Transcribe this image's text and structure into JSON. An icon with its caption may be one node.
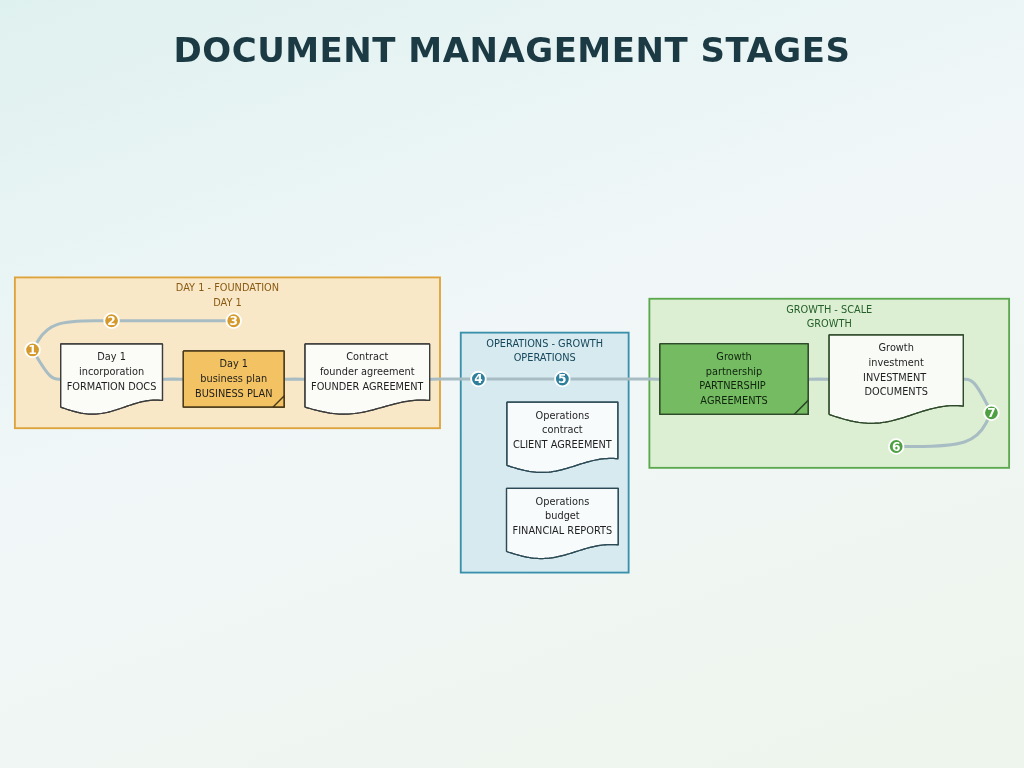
{
  "diagram": {
    "title": "DOCUMENT MANAGEMENT STAGES",
    "nodes": [
      {
        "text": [
          "DAY 1 - FOUNDATION",
          "DAY 1"
        ]
      },
      {
        "text": [
          "1"
        ],
        "in": 0
      },
      {
        "text": [
          "2"
        ],
        "in": 0
      },
      {
        "text": [
          "3"
        ],
        "in": 0
      },
      {
        "text": [
          "Day 1",
          "incorporation",
          "FORMATION DOCS"
        ],
        "in": 0
      },
      {
        "text": [
          "Day 1",
          "business plan",
          "BUSINESS PLAN"
        ],
        "in": 0
      },
      {
        "text": [
          "Contract",
          "founder agreement",
          "FOUNDER AGREEMENT"
        ],
        "in": 0
      },
      {
        "text": [
          "OPERATIONS - GROWTH",
          "OPERATIONS"
        ]
      },
      {
        "text": [
          "4"
        ],
        "in": 7
      },
      {
        "text": [
          "5"
        ],
        "in": 7
      },
      {
        "text": [
          "Operations",
          "contract",
          "CLIENT AGREEMENT"
        ],
        "in": 7
      },
      {
        "text": [
          "Operations",
          "budget",
          "FINANCIAL REPORTS"
        ],
        "in": 7
      },
      {
        "text": [
          "GROWTH - SCALE",
          "GROWTH"
        ]
      },
      {
        "text": [
          "6"
        ],
        "in": 12
      },
      {
        "text": [
          "7"
        ],
        "in": 12
      },
      {
        "text": [
          "Growth",
          "partnership",
          "PARTNERSHIP AGREEMENTS"
        ],
        "in": 12
      },
      {
        "text": [
          "Growth",
          "investment",
          "INVESTMENT DOCUMENTS"
        ],
        "in": 12
      }
    ],
    "edges": [
      {
        "from": 1,
        "to": 2,
        "arrow": "none"
      },
      {
        "from": 2,
        "to": 3,
        "arrow": "none"
      },
      {
        "from": 1,
        "to": 4,
        "arrow": "none"
      },
      {
        "from": 4,
        "to": 5,
        "arrow": "none"
      },
      {
        "from": 5,
        "to": 6,
        "arrow": "none"
      },
      {
        "from": 6,
        "to": 8,
        "arrow": "none"
      },
      {
        "from": 8,
        "to": 9,
        "arrow": "none"
      },
      {
        "from": 9,
        "to": 15,
        "arrow": "none"
      },
      {
        "from": 15,
        "to": 16,
        "arrow": "none"
      },
      {
        "from": 16,
        "to": 14,
        "arrow": "none"
      },
      {
        "from": 13,
        "to": 14,
        "arrow": "none"
      }
    ]
  }
}
